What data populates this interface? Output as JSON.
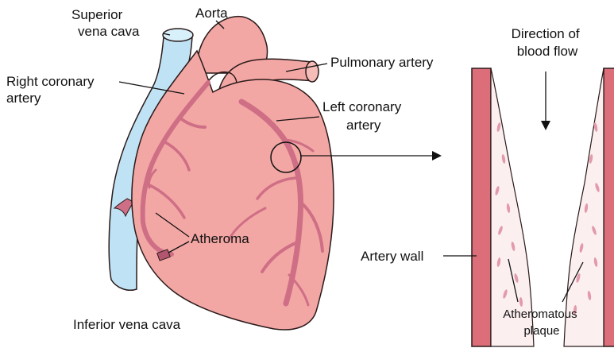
{
  "labels": {
    "superior_vena_cava": [
      "Superior",
      "vena cava"
    ],
    "aorta": "Aorta",
    "right_coronary_artery": [
      "Right coronary",
      "artery"
    ],
    "pulmonary_artery": "Pulmonary artery",
    "left_coronary_artery": [
      "Left coronary",
      "artery"
    ],
    "direction_of_blood_flow": [
      "Direction of",
      "blood flow"
    ],
    "atheroma": "Atheroma",
    "artery_wall": "Artery wall",
    "atheromatous_plaque": [
      "Atheromatous",
      "plaque"
    ],
    "inferior_vena_cava": "Inferior vena cava"
  },
  "colors": {
    "heart_fill": "#f3a7a4",
    "heart_stroke": "#2a1a1a",
    "vessel_fill": "#cf6f86",
    "vena_cava_fill": "#bfe3f4",
    "artery_wall_fill": "#dc6e7a",
    "plaque_fill": "#fbeff0",
    "plaque_streak": "#e29aac"
  }
}
